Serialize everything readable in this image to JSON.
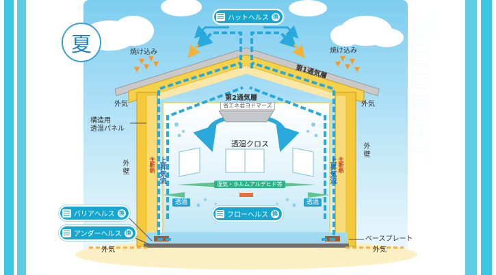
{
  "season_mark": "夏",
  "summer_word": "Summer",
  "labels": {
    "hat_health": "ハットヘルス",
    "yakekomi_left": "焼け込み",
    "yakekomi_right": "焼け込み",
    "first_layer": "第1通気層",
    "second_layer": "第2通気層",
    "fan": "省エネ君ヨドマーズ",
    "outer_air_left": "外気",
    "outer_air_right": "外気",
    "panel": "構造用\n透湿パネル",
    "wall_left": "外壁",
    "wall_right": "外壁",
    "main_insulation_left": "主断熱",
    "main_insulation_right": "主断熱",
    "updraft_left": "上昇気流",
    "updraft_right": "上昇気流",
    "cloth": "透湿クロス",
    "moisture": "湿気・ホルムアルデヒド等",
    "permeate_left": "透過",
    "permeate_right": "透過",
    "flow_health": "フローヘルス",
    "barrier_health": "バリアヘルス",
    "under_health": "アンダーヘルス",
    "base_plate": "ベースプレート",
    "outer_air_bottom_left": "外気",
    "outer_air_bottom_right": "外気"
  },
  "pill_mark": "換"
}
